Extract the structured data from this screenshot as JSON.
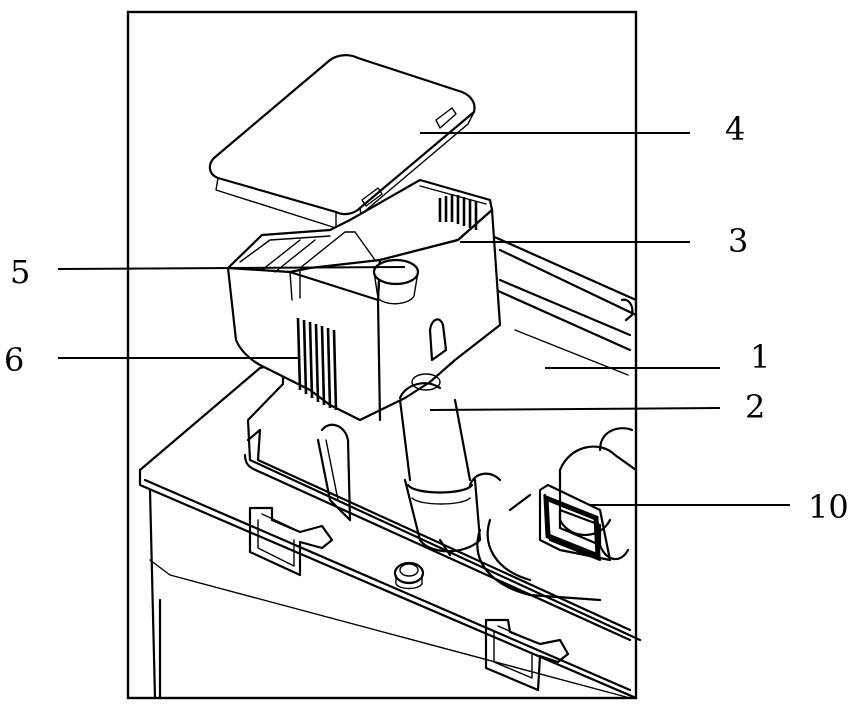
{
  "labels": [
    {
      "id": "4",
      "text": "4"
    },
    {
      "id": "3",
      "text": "3"
    },
    {
      "id": "5",
      "text": "5"
    },
    {
      "id": "1",
      "text": "1"
    },
    {
      "id": "6",
      "text": "6"
    },
    {
      "id": "2",
      "text": "2"
    },
    {
      "id": "10",
      "text": "10"
    }
  ]
}
